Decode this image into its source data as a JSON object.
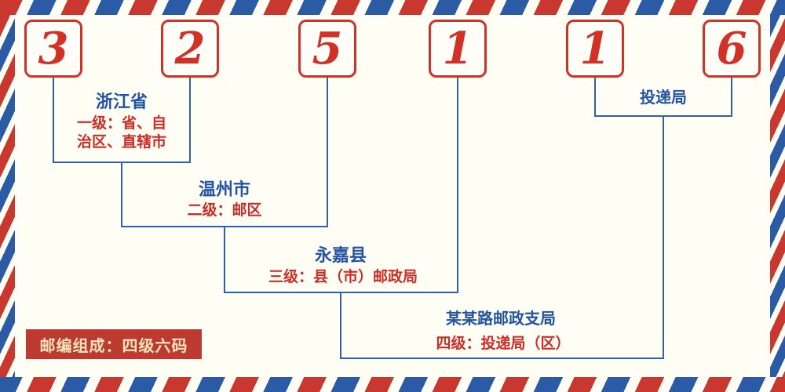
{
  "postal_code": {
    "digits": [
      "3",
      "2",
      "5",
      "1",
      "1",
      "6"
    ]
  },
  "levels": {
    "level1": {
      "place": "浙江省",
      "desc_line1": "一级：省、自",
      "desc_line2": "治区、直辖市"
    },
    "level2": {
      "place": "温州市",
      "desc": "二级：邮区"
    },
    "level3": {
      "place": "永嘉县",
      "desc": "三级：县（市）邮政局"
    },
    "level4": {
      "place": "某某路邮政支局",
      "desc": "四级：投递局（区）"
    },
    "delivery": {
      "label": "投递局"
    }
  },
  "footer": {
    "badge": "邮编组成：四级六码"
  },
  "colors": {
    "digit_red": "#d03228",
    "line_blue": "#3060ac",
    "place_blue": "#2353a3",
    "desc_red": "#cc2d26",
    "badge_bg": "#bd3a32",
    "badge_text": "#f4e4bb",
    "stripe_red": "#c9382f",
    "stripe_blue": "#2c5ba6",
    "background": "#fffef4"
  }
}
